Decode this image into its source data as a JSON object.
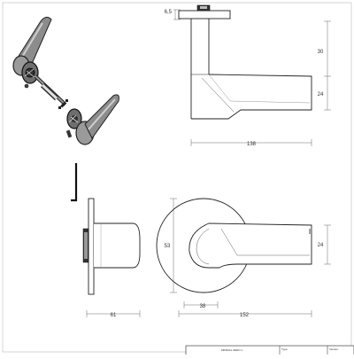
{
  "dimensions": {
    "rose_thickness": "6,5",
    "neck_height": "30",
    "grip_height_top": "24",
    "handle_length_top": "138",
    "rose_depth": "61",
    "rose_diameter": "53",
    "grip_height_front": "24",
    "neck_offset": "38",
    "handle_length_front": "152"
  },
  "title_block": {
    "name_line": "MINIMAL ZERO 1",
    "type_label": "Type:",
    "version_label": "Version:"
  }
}
